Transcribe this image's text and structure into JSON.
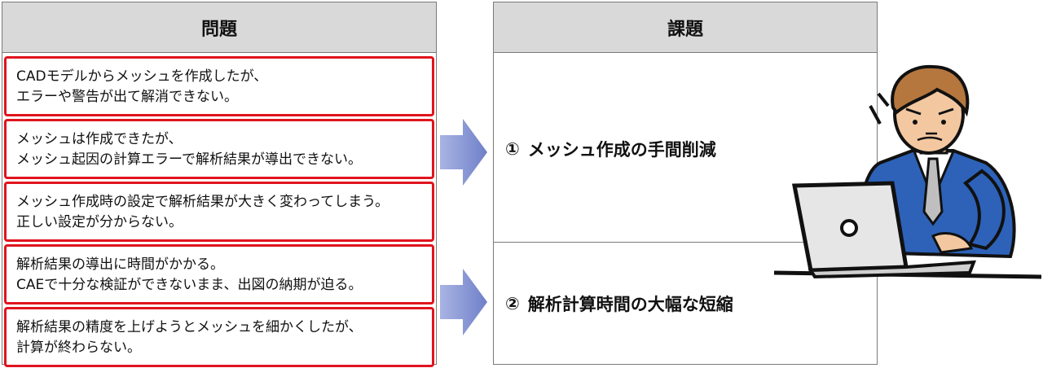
{
  "problems": {
    "header": "問題",
    "items": [
      {
        "line1": "CADモデルからメッシュを作成したが、",
        "line2": "エラーや警告が出て解消できない。"
      },
      {
        "line1": "メッシュは作成できたが、",
        "line2": "メッシュ起因の計算エラーで解析結果が導出できない。"
      },
      {
        "line1": "メッシュ作成時の設定で解析結果が大きく変わってしまう。",
        "line2": "正しい設定が分からない。"
      },
      {
        "line1": "解析結果の導出に時間がかかる。",
        "line2": "CAEで十分な検証ができないまま、出図の納期が迫る。"
      },
      {
        "line1": "解析結果の精度を上げようとメッシュを細かくしたが、",
        "line2": "計算が終わらない。"
      }
    ]
  },
  "tasks": {
    "header": "課題",
    "items": [
      {
        "number": "①",
        "label": "メッシュ作成の手間削減"
      },
      {
        "number": "②",
        "label": "解析計算時間の大幅な短縮"
      }
    ]
  },
  "colors": {
    "problem_border": "#e0141e",
    "header_bg": "#d9d9d9",
    "arrow_fill": "#7f8fd0",
    "suit": "#2255a4"
  },
  "icons": [
    "right-arrow-icon",
    "worried-businessman-with-laptop-icon"
  ]
}
